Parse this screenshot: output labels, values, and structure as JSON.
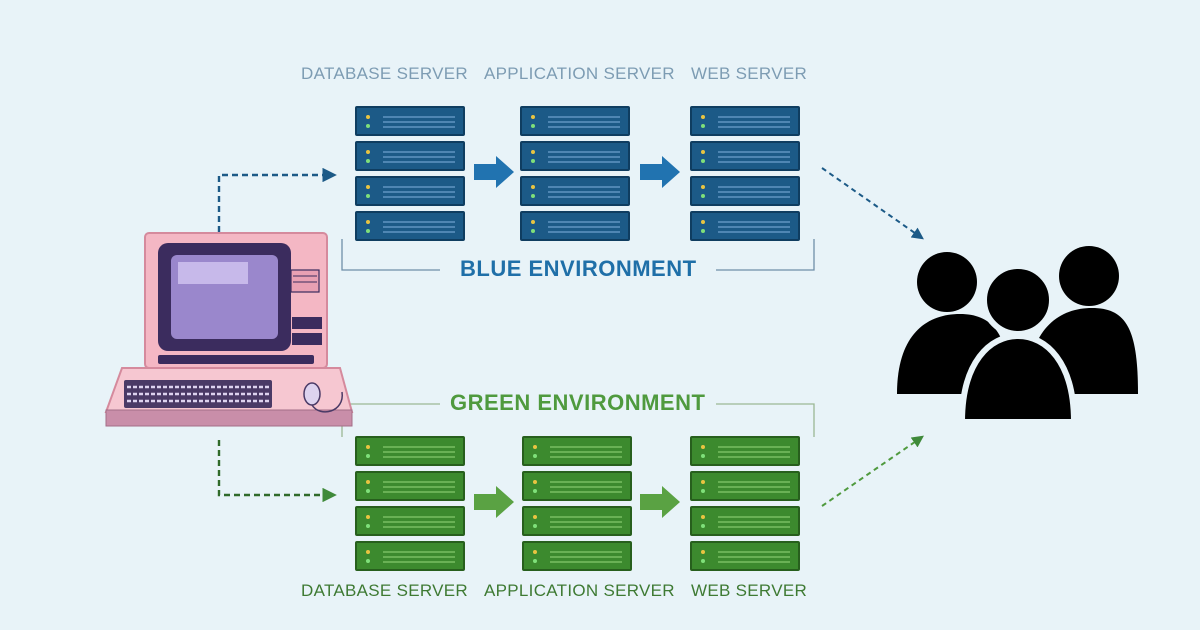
{
  "blue_environment": {
    "title": "BLUE ENVIRONMENT",
    "color": "#1f6fa8",
    "server_labels": [
      "DATABASE SERVER",
      "APPLICATION SERVER",
      "WEB SERVER"
    ]
  },
  "green_environment": {
    "title": "GREEN ENVIRONMENT",
    "color": "#4f9a3e",
    "server_labels": [
      "DATABASE SERVER",
      "APPLICATION SERVER",
      "WEB SERVER"
    ]
  },
  "icons": [
    "computer-icon",
    "users-icon",
    "server-rack-icon"
  ]
}
